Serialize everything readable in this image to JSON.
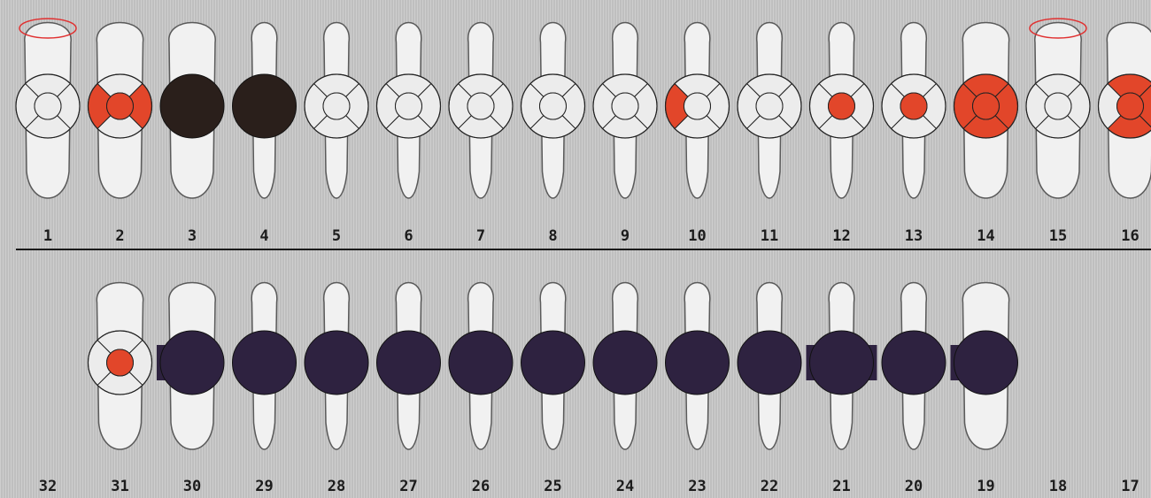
{
  "colors": {
    "background": "#c9c9c9",
    "tooth": "#f1f1f1",
    "tooth_outline": "#5a5a5a",
    "surface_normal": "#ececec",
    "surface_red": "#e2462a",
    "missing_upper": "#2a1f1b",
    "missing_lower": "#2e2240",
    "marker_oval": "#e03030",
    "divider": "#1a1a1a"
  },
  "upper_arch": [
    {
      "number": "1",
      "state": "normal",
      "red_surfaces": [],
      "marker": true
    },
    {
      "number": "2",
      "state": "normal",
      "red_surfaces": [
        "occlusal",
        "mesial",
        "distal"
      ],
      "marker": false
    },
    {
      "number": "3",
      "state": "missing",
      "red_surfaces": [],
      "marker": false
    },
    {
      "number": "4",
      "state": "missing",
      "red_surfaces": [],
      "marker": false
    },
    {
      "number": "5",
      "state": "normal",
      "red_surfaces": [],
      "marker": false
    },
    {
      "number": "6",
      "state": "normal",
      "red_surfaces": [],
      "marker": false
    },
    {
      "number": "7",
      "state": "normal",
      "red_surfaces": [],
      "marker": false
    },
    {
      "number": "8",
      "state": "normal",
      "red_surfaces": [],
      "marker": false
    },
    {
      "number": "9",
      "state": "normal",
      "red_surfaces": [],
      "marker": false
    },
    {
      "number": "10",
      "state": "normal",
      "red_surfaces": [
        "mesial"
      ],
      "marker": false
    },
    {
      "number": "11",
      "state": "normal",
      "red_surfaces": [],
      "marker": false
    },
    {
      "number": "12",
      "state": "normal",
      "red_surfaces": [
        "occlusal"
      ],
      "marker": false
    },
    {
      "number": "13",
      "state": "normal",
      "red_surfaces": [
        "occlusal"
      ],
      "marker": false
    },
    {
      "number": "14",
      "state": "normal",
      "red_surfaces": [
        "occlusal",
        "mesial",
        "distal",
        "buccal",
        "lingual"
      ],
      "marker": false
    },
    {
      "number": "15",
      "state": "normal",
      "red_surfaces": [],
      "marker": true
    },
    {
      "number": "16",
      "state": "normal",
      "red_surfaces": [
        "occlusal",
        "buccal",
        "lingual",
        "distal"
      ],
      "marker": false
    }
  ],
  "lower_arch": [
    {
      "number": "32",
      "state": "absent",
      "red_surfaces": []
    },
    {
      "number": "31",
      "state": "normal",
      "red_surfaces": [
        "occlusal"
      ]
    },
    {
      "number": "30",
      "state": "pontic-left",
      "red_surfaces": []
    },
    {
      "number": "29",
      "state": "missing",
      "red_surfaces": []
    },
    {
      "number": "28",
      "state": "missing",
      "red_surfaces": []
    },
    {
      "number": "27",
      "state": "missing",
      "red_surfaces": []
    },
    {
      "number": "26",
      "state": "missing",
      "red_surfaces": []
    },
    {
      "number": "25",
      "state": "missing",
      "red_surfaces": []
    },
    {
      "number": "24",
      "state": "missing",
      "red_surfaces": []
    },
    {
      "number": "23",
      "state": "missing",
      "red_surfaces": []
    },
    {
      "number": "22",
      "state": "missing",
      "red_surfaces": []
    },
    {
      "number": "21",
      "state": "pontic-both",
      "red_surfaces": []
    },
    {
      "number": "20",
      "state": "missing",
      "red_surfaces": []
    },
    {
      "number": "19",
      "state": "pontic-left",
      "red_surfaces": []
    },
    {
      "number": "18",
      "state": "absent",
      "red_surfaces": []
    },
    {
      "number": "17",
      "state": "absent",
      "red_surfaces": []
    }
  ]
}
